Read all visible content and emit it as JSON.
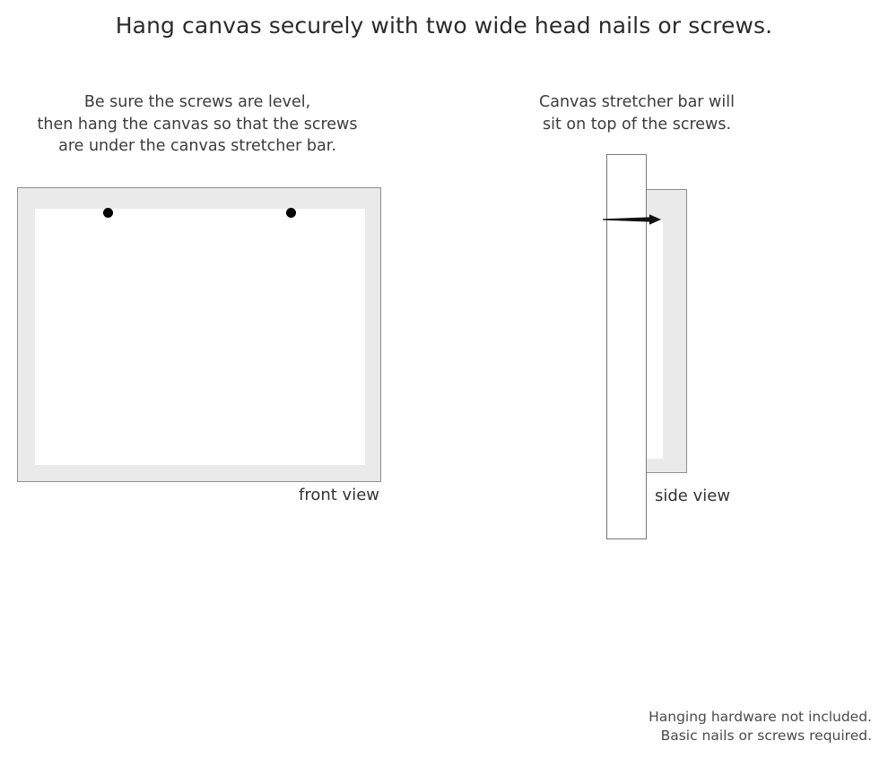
{
  "title": "Hang canvas securely with two wide head nails or screws.",
  "captions": {
    "left": "Be sure the screws are level,\nthen hang the canvas so that the screws\nare under the canvas stretcher bar.",
    "right": "Canvas stretcher bar will\nsit on top of the screws."
  },
  "front_view": {
    "label": "front view",
    "frame_color": "#eaeaea",
    "frame_border_color": "#8d8d8d",
    "canvas_color": "#ffffff",
    "screw_color": "#000000",
    "screw_count": 2
  },
  "side_view": {
    "label": "side view",
    "wall_color": "#ffffff",
    "wall_border_color": "#787878",
    "bar_color": "#eaeaea",
    "bar_border_color": "#8d8d8d",
    "nail_color": "#111111"
  },
  "footer": "Hanging hardware not included.\nBasic nails or screws required."
}
